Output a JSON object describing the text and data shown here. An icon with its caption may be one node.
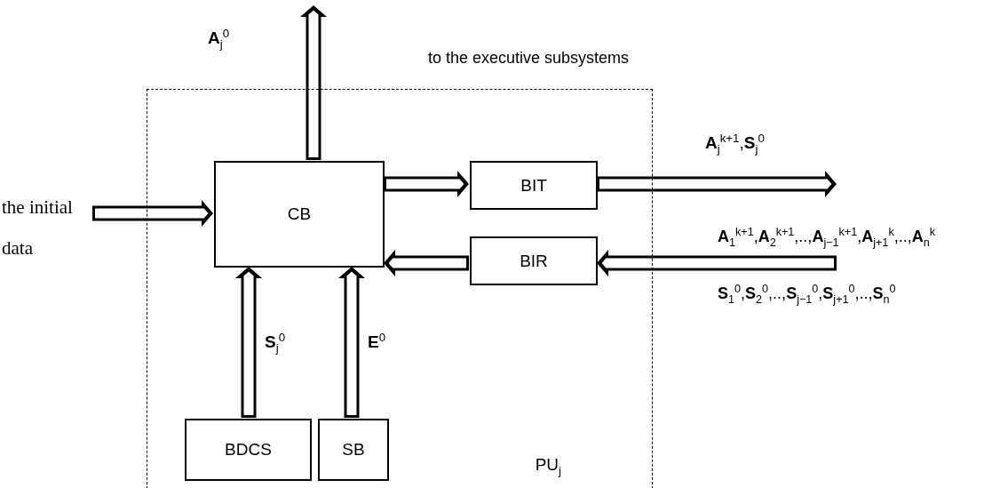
{
  "diagram": {
    "nodes": [
      {
        "text": [
          "PU$_{j}$"
        ]
      },
      {
        "text": [
          "CB"
        ],
        "in": 0
      },
      {
        "text": [
          "BIT"
        ],
        "in": 0
      },
      {
        "text": [
          "BIR"
        ],
        "in": 0
      },
      {
        "text": [
          "BDCS"
        ],
        "in": 0
      },
      {
        "text": [
          "SB"
        ],
        "in": 0
      },
      {
        "text": [
          "the initial data"
        ]
      }
    ],
    "edges": [
      {
        "from": 6,
        "to": 1,
        "arrow": "to"
      },
      {
        "from": 1,
        "to": null,
        "arrow": "to",
        "label": "**A**$_{j}$$^{0}$"
      },
      {
        "from": 1,
        "to": 2,
        "arrow": "to"
      },
      {
        "from": 2,
        "to": null,
        "arrow": "to",
        "label": "**A**$_{j}$$^{k+1}$,**S**$_{j}$$^{0}$"
      },
      {
        "from": null,
        "to": 3,
        "arrow": "to",
        "label": "**A**$_{1}$$^{k+1}$,**A**$_{2}$$^{k+1}$,..,**A**$_{j−1}$$^{k+1}$,**A**$_{j+1}$$^{k}$,..,**A**$_{n}$$^{k}$"
      },
      {
        "from": 3,
        "to": 1,
        "arrow": "to"
      },
      {
        "from": 4,
        "to": 1,
        "arrow": "to",
        "label": "**S**$_{j}$$^{0}$"
      },
      {
        "from": 5,
        "to": 1,
        "arrow": "to",
        "label": "**E**$^{0}$"
      }
    ],
    "labels": [
      "to the executive subsystems",
      "**S**$_{1}$$^{0}$,**S**$_{2}$$^{0}$,..,**S**$_{j−1}$$^{0}$,**S**$_{j+1}$$^{0}$,..,**S**$_{n}$$^{0}$"
    ]
  }
}
